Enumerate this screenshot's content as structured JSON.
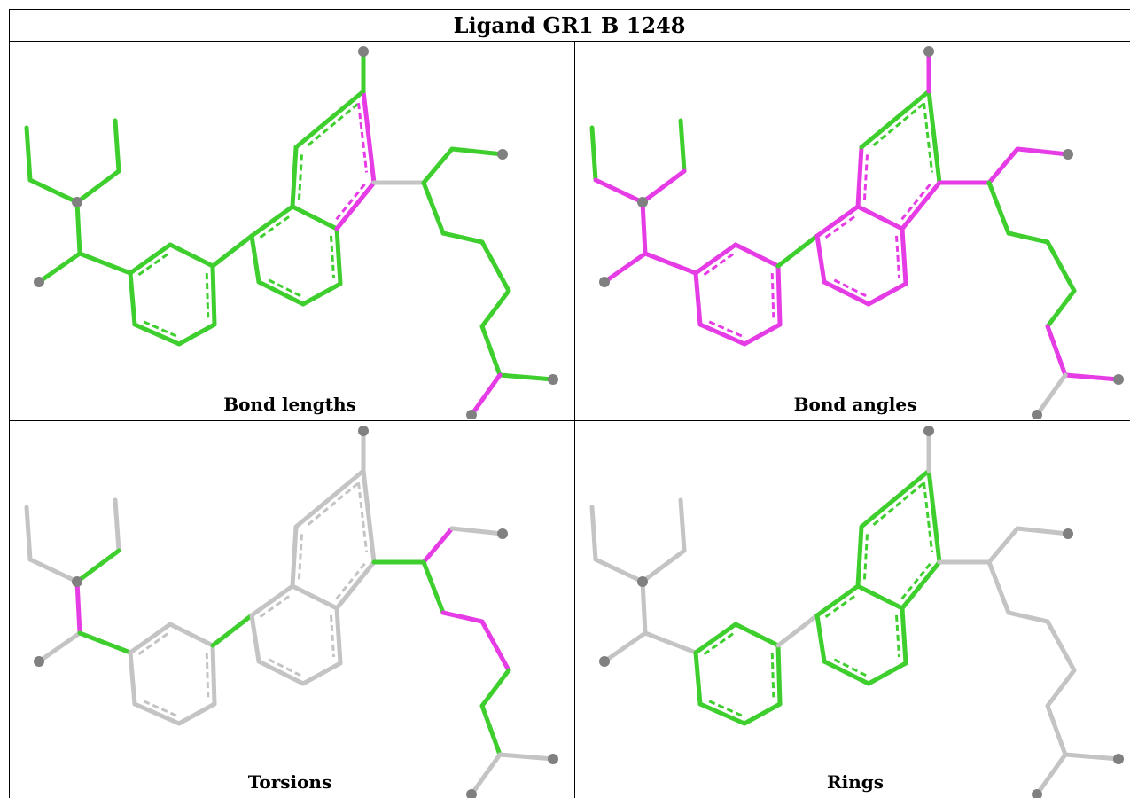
{
  "title": "Ligand GR1 B 1248",
  "panels": [
    {
      "caption": "Bond lengths"
    },
    {
      "caption": "Bond angles"
    },
    {
      "caption": "Torsions"
    },
    {
      "caption": "Rings"
    }
  ],
  "colors": {
    "green": "#3ecf2e",
    "magenta": "#e63ce6",
    "gray": "#c4c4c4",
    "atom": "#808080"
  }
}
